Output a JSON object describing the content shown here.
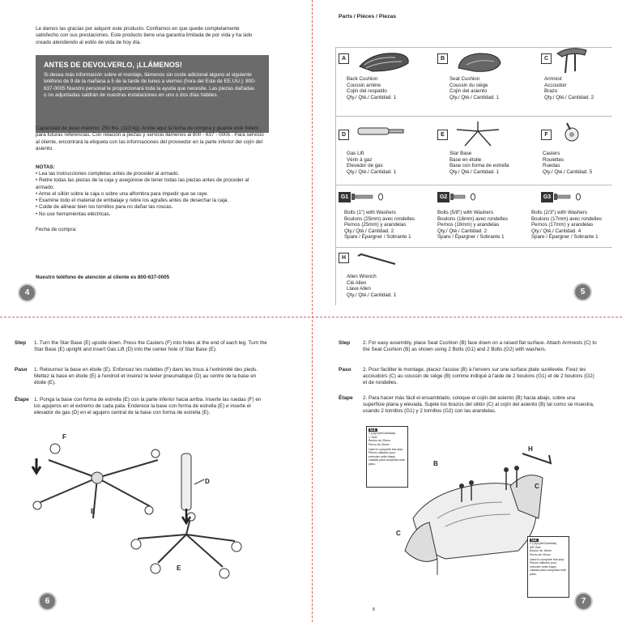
{
  "page4": {
    "intro": "Le damos las gracias por adquirir este producto. Confiamos en que quede completamente satisfecho con sus prestaciones. Este producto tiene una garantía limitada de por vida y ha sido creado atendiendo al estilo de vida de hoy día.",
    "callout_title": "ANTES DE DEVOLVERLO, ¡LLÁMENOS!",
    "callout_body": "Si desea más información sobre el montaje, llámenos sin coste adicional alguno al siguiente teléfono de 9 de la mañana a 5 de la tarde de lunes a viernes (hora del Este de EE.UU.): 800-637-0005 Nuestro personal le proporcionará toda la ayuda que necesite. Las piezas dañadas o no adjuntadas saldrán de nuestras instalaciones en uno o dos días hábiles.",
    "capacity": "Capacidad de peso máximo: 250 lbs. (113 kg). Anote aquí la fecha de compra y guarde este folleto para futuras referencias. Con relación a piezas y servicio llámenos al 800 - 637 - 0005 . Para servicio al cliente, encontrará la etiqueta con las informaciones del proveedor en la parte inferior del cojín del asiento.",
    "notes_title": "NOTAS:",
    "notes": [
      "• Lea las instrucciones completas antes de proceder al armado.",
      "• Retire todas las piezas de la caja y asegúrese de tener todas las piezas antes de proceder al armado.",
      "• Arme el sillón sobre la caja o sobre una alfombra para impedir que se raye.",
      "• Examine todo el material de embalaje y retire los agrafes antes de desechar la caja.",
      "• Cuide de alinear bien los tornillos para no dañar las roscas.",
      "• No use herramientas eléctricas."
    ],
    "purchase_date": "Fecha de compra:",
    "phone_line": "Nuestro teléfono de atención al cliente es 800-637-0005",
    "page_number": "4"
  },
  "page5": {
    "title": "Parts / Pièces / Piezas",
    "qty_label": "Qty./ Qté./ Cantidad.",
    "spare_label": "Spare / Épargner / Sobrante",
    "parts": [
      {
        "letter": "A",
        "names": [
          "Back Cushion",
          "Coussin arrière",
          "Cojín del respaldo"
        ],
        "qty": "1"
      },
      {
        "letter": "B",
        "names": [
          "Seat Cushion",
          "Coussin du siège",
          "Cojín del asiento"
        ],
        "qty": "1"
      },
      {
        "letter": "C",
        "names": [
          "Armrest",
          "Accoudoir",
          "Brazo"
        ],
        "qty": "2"
      },
      {
        "letter": "D",
        "names": [
          "Gas Lift",
          "Vérin à gaz",
          "Elevador de gas"
        ],
        "qty": "1"
      },
      {
        "letter": "E",
        "names": [
          "Star Base",
          "Base en étoile",
          "Base con forma de estrella"
        ],
        "qty": "1"
      },
      {
        "letter": "F",
        "names": [
          "Casters",
          "Roulettes",
          "Ruedas"
        ],
        "qty": "5"
      },
      {
        "letter": "G1",
        "names": [
          "Bolts (1\") with Washers",
          "Boulons (25mm) avec rondelles",
          "Pernos (25mm) y arandelas"
        ],
        "qty": "2",
        "spare": "1"
      },
      {
        "letter": "G2",
        "names": [
          "Bolts (5/8\") with Washers",
          "Boulons (16mm) avec rondelles",
          "Pernos (16mm) y arandelas"
        ],
        "qty": "2",
        "spare": "1"
      },
      {
        "letter": "G3",
        "names": [
          "Bolts (2/3\") with Washers",
          "Boulons (17mm) avec rondelles",
          "Pernos (17mm) y arandelas"
        ],
        "qty": "4",
        "spare": "1"
      },
      {
        "letter": "H",
        "names": [
          "Allen Wrench",
          "Clé Allen",
          "Llave Allen"
        ],
        "qty": "1"
      }
    ],
    "page_number": "5"
  },
  "page6": {
    "steps": [
      {
        "label": "Step",
        "text": "1. Turn the Star Base (E) upside down. Press the Casters (F) into holes at the end of each leg. Turn the Star Base (E) upright and insert Gas Lift (D) into the center hole of Star Base (E)."
      },
      {
        "label": "Paso",
        "text": "1. Retournez la base en étoile (E). Enfoncez les roulettes (F) dans les trous à l'extrémité des pieds. Mettez la base en étoile (E) à l'endroit et insérez le levier pneumatique (D) au centre de la base en étoile (E)."
      },
      {
        "label": "Étape",
        "text": "1. Ponga la base con forma de estrella (E) con la parte inferior hacia arriba. Inserte las ruedas (F) en los agujeros en el extremo de cada pata. Enderece la base con forma de estrella (E) e inserte el elevador de gas (D) en el agujero central de la base con forma de estrella (E)."
      }
    ],
    "diagram_labels": {
      "f": "F",
      "e1": "E",
      "d": "D",
      "e2": "E"
    },
    "page_number": "6"
  },
  "page7": {
    "steps": [
      {
        "label": "Step",
        "text": "2. For easy assembly, place Seat Cushion (B) face down on a raised flat surface. Attach Armrests (C) to the Seat Cushion (B) as shown using 2 Bolts (G1) and 2 Bolts (G2) with washers."
      },
      {
        "label": "Paso",
        "text": "2. Pour faciliter le montage, placez l'assise (B) à l'envers sur une surface plate surélevée. Fixez les accoudoirs (C) au coussin de siège (B) comme indiqué à l'aide de 2 boulons (G1) et de 2 boulons (G2) et de rondelles."
      },
      {
        "label": "Étape",
        "text": "2. Para hacer más fácil el ensamblado, coloque el cojín del asiento (B) hacia abajo, sobre una superficie plana y elevada. Sujete los brazos del sillón (C) al cojín del asiento (B) tal como se muestra, usando 2 tornillos (G1) y 2 tornillos (G2) con las arandelas."
      }
    ],
    "box1": {
      "id": "G1",
      "qty": "2 (Qty/Qté/Cantidad)",
      "size": "1\" Bolt",
      "fr": "Boulon de 25mm",
      "es": "Perno de 25mm",
      "use_en": "Used to complete this step.",
      "use_fr": "Pièces utilisées pour exécuter cette étape.",
      "use_es": "Usadas para completar este paso."
    },
    "box2": {
      "id": "G2",
      "qty": "2 (Qty/Qté/Cantidad)",
      "size": "5/8\" Bolt",
      "fr": "Boulon de 16mm",
      "es": "Perno de 16mm",
      "use_en": "Used to complete this step.",
      "use_fr": "Pièces utilisées pour exécuter cette étape.",
      "use_es": "Usadas para completar este paso."
    },
    "diagram_labels": {
      "b": "B",
      "c1": "C",
      "c2": "C",
      "h": "H",
      "g1": "G1",
      "g2": "G2"
    },
    "footer_mark": "8",
    "page_number": "7"
  },
  "colors": {
    "callout_bg": "#6b6b6b",
    "page_number_bg": "#7a7a7a",
    "cut_line": "#e06060"
  }
}
